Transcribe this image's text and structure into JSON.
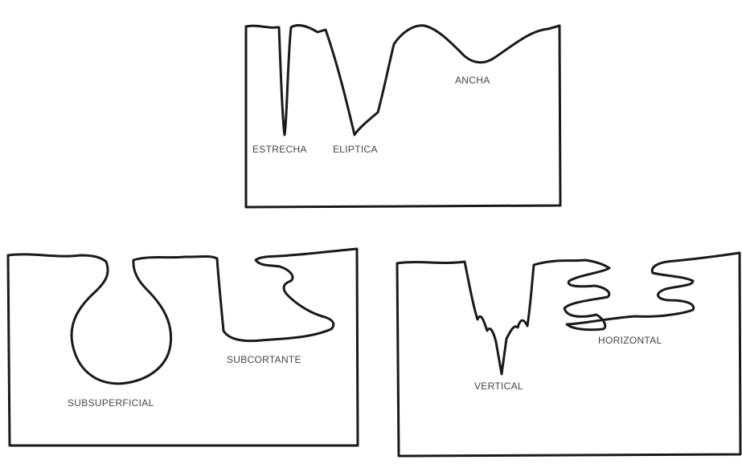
{
  "panels": {
    "top": {
      "labels": {
        "estrecha": "ESTRECHA",
        "eliptica": "ELIPTICA",
        "ancha": "ANCHA"
      }
    },
    "bottom_left": {
      "labels": {
        "subsuperficial": "SUBSUPERFICIAL",
        "subcortante": "SUBCORTANTE"
      }
    },
    "bottom_right": {
      "labels": {
        "vertical": "VERTICAL",
        "horizontal": "HORIZONTAL"
      }
    }
  },
  "colors": {
    "ink": "#1a1a1a",
    "label": "#444444",
    "background": "#ffffff"
  }
}
